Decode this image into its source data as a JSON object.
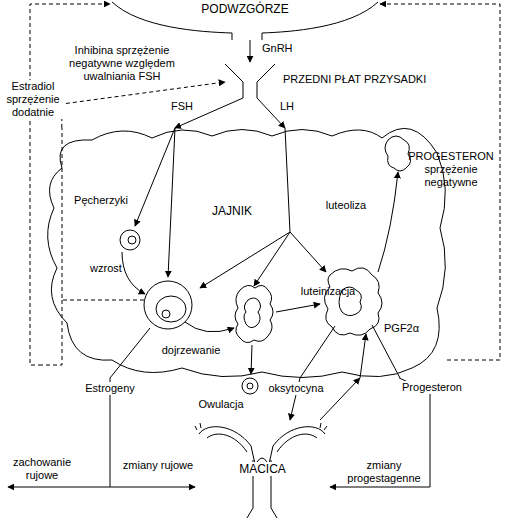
{
  "diagram": {
    "nodes": [
      {
        "text": [
          "PODWZGÓRZE"
        ]
      },
      {
        "text": [
          "PRZEDNI PŁAT PRZYSADKI"
        ]
      },
      {
        "text": [
          "JAJNIK"
        ]
      },
      {
        "text": [
          "MACICA"
        ]
      }
    ],
    "edges": [
      {
        "from": 0,
        "to": 1,
        "label": "GnRH",
        "arrow": "to"
      },
      {
        "from": 1,
        "to": 2,
        "label": "FSH",
        "arrow": "to"
      },
      {
        "from": 1,
        "to": 2,
        "label": "LH",
        "arrow": "to"
      },
      {
        "from": 2,
        "to": 0,
        "label": "Estradiol sprzężenie dodatnie",
        "arrow": "to"
      },
      {
        "from": 2,
        "to": 1,
        "label": "Inhibina sprzężenie negatywne względem uwalniania FSH",
        "arrow": "to"
      },
      {
        "from": 2,
        "to": 0,
        "label": "PROGESTERON sprzężenie negatywne",
        "arrow": "to"
      },
      {
        "from": 2,
        "to": 3,
        "label": "Estrogeny",
        "arrow": "to"
      },
      {
        "from": 2,
        "to": 3,
        "label": "oksytocyna",
        "arrow": "to"
      },
      {
        "from": 2,
        "to": 3,
        "label": "Progesteron",
        "arrow": "to"
      },
      {
        "from": 3,
        "to": 2,
        "label": "PGF2α",
        "arrow": "to"
      }
    ],
    "labels": [
      "Pęcherzyki",
      "wzrost",
      "dojrzewanie",
      "Owulacja",
      "luteinizacja",
      "luteoliza",
      "zachowanie rujowe",
      "zmiany rujowe",
      "zmiany progestagenne"
    ]
  }
}
